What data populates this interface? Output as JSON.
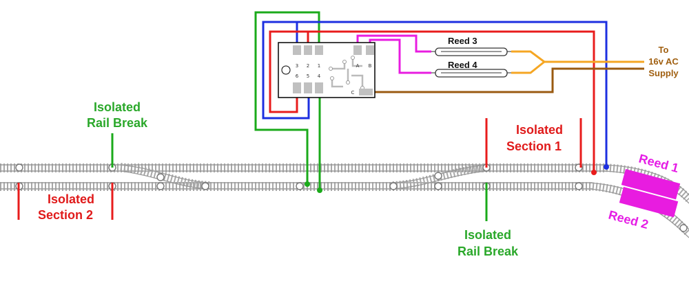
{
  "labels": {
    "isolated_rail_break_left": [
      "Isolated",
      "Rail Break"
    ],
    "isolated_rail_break_right": [
      "Isolated",
      "Rail Break"
    ],
    "isolated_section_1": [
      "Isolated",
      "Section 1"
    ],
    "isolated_section_2": [
      "Isolated",
      "Section 2"
    ],
    "reed_switch_3": "Reed 3",
    "reed_switch_4": "Reed 4",
    "reed_magnet_1": "Reed 1",
    "reed_magnet_2": "Reed 2",
    "supply": [
      "To",
      "16v AC",
      "Supply"
    ]
  },
  "relay_pins": {
    "top": [
      "3",
      "2",
      "1"
    ],
    "bottom": [
      "6",
      "5",
      "4"
    ],
    "a": "A",
    "b": "B",
    "c": "C"
  },
  "colors": {
    "green": "#1aaa1a",
    "red": "#e81c1c",
    "blue": "#1c2fe0",
    "magenta": "#e81ce0",
    "orange": "#f5a623",
    "brown": "#9a5a10",
    "track": "#9c9c9c",
    "label_green": "#2aa82a",
    "label_red": "#e01a1a",
    "label_magenta": "#e51ce5",
    "label_brown": "#a05f10"
  }
}
